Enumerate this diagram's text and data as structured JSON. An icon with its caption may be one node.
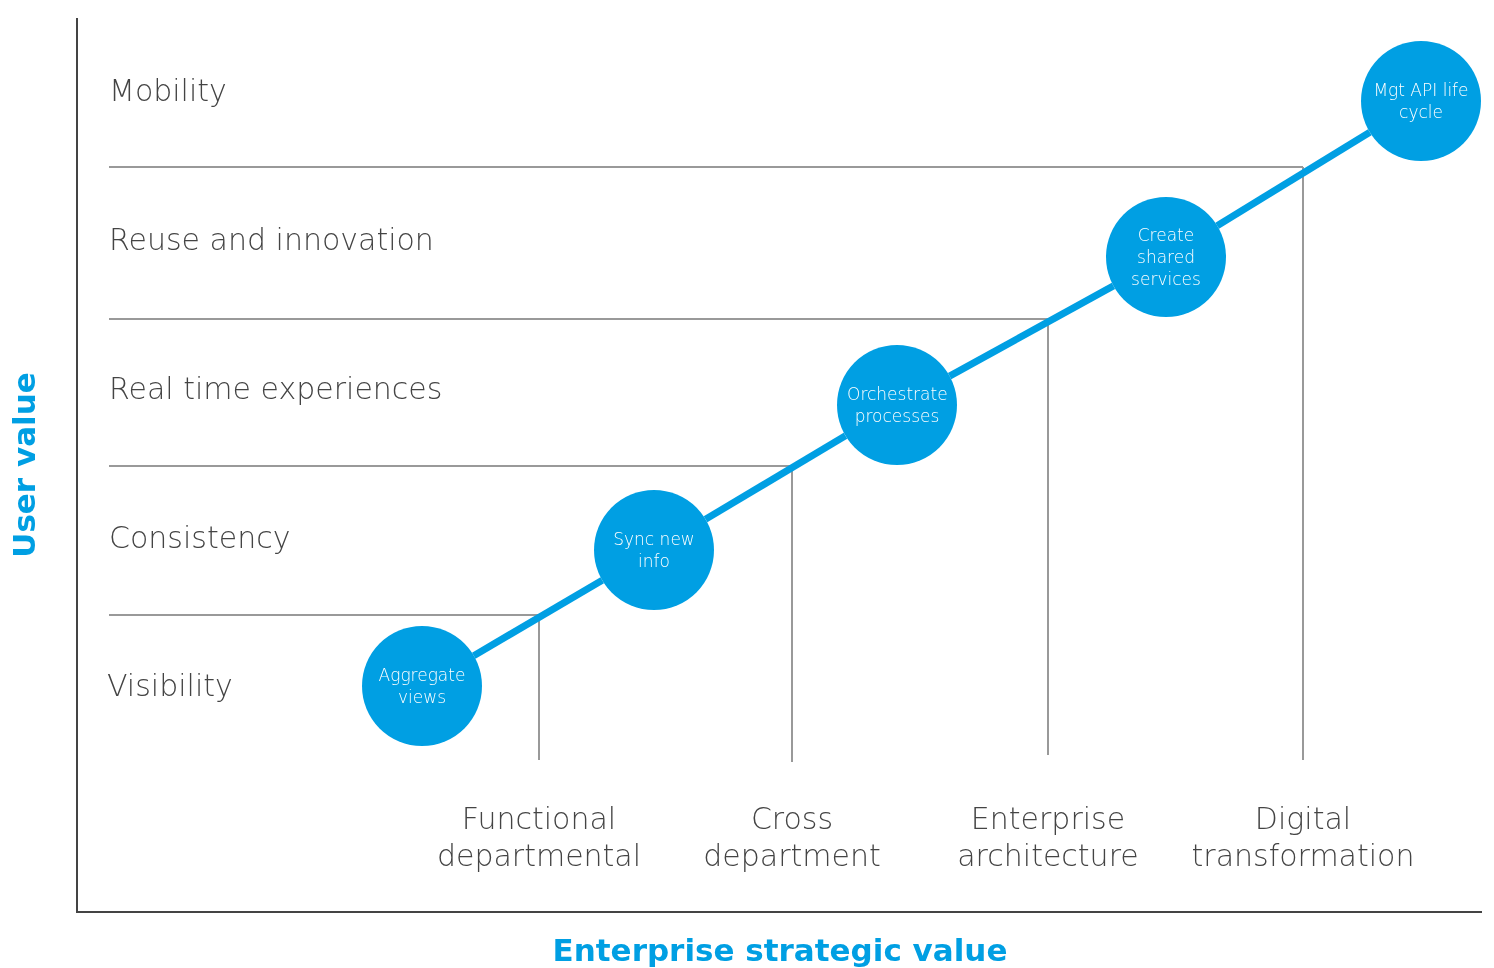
{
  "diagram": {
    "nodes": [
      {
        "text": [
          "Aggregate views"
        ]
      },
      {
        "text": [
          "Sync new info"
        ]
      },
      {
        "text": [
          "Orchestrate processes"
        ]
      },
      {
        "text": [
          "Create shared services"
        ]
      },
      {
        "text": [
          "Mgt API life cycle"
        ]
      }
    ],
    "edges": [
      {
        "from": 0,
        "to": 1,
        "arrow": "none"
      },
      {
        "from": 1,
        "to": 2,
        "arrow": "none"
      },
      {
        "from": 2,
        "to": 3,
        "arrow": "none"
      },
      {
        "from": 3,
        "to": 4,
        "arrow": "none"
      }
    ],
    "labels": [
      "User value",
      "Mobility",
      "Reuse and innovation",
      "Real time experiences",
      "Consistency",
      "Visibility",
      "Functional departmental",
      "Cross department",
      "Enterprise architecture",
      "Digital transformation",
      "Enterprise strategic value"
    ]
  }
}
